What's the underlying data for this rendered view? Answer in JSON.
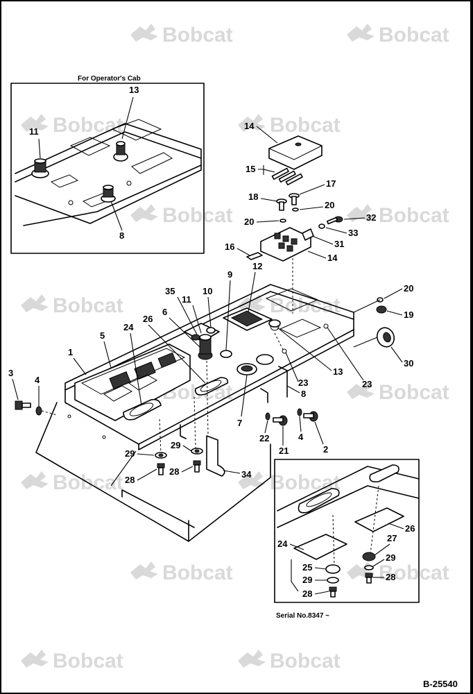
{
  "watermark": {
    "text": "Bobcat",
    "logo_icon": "bobcat-logo-icon",
    "color": "#d9d9d9"
  },
  "inset_top": {
    "caption": "For Operator's Cab",
    "callouts": [
      "13",
      "11",
      "8"
    ]
  },
  "inset_bottom": {
    "caption": "Serial No.8347 ~",
    "callouts": [
      "26",
      "24",
      "27",
      "25",
      "29",
      "28",
      "29",
      "28"
    ]
  },
  "main_callouts": [
    "14",
    "15",
    "17",
    "18",
    "20",
    "32",
    "20",
    "33",
    "16",
    "31",
    "14",
    "9",
    "12",
    "20",
    "35",
    "11",
    "10",
    "19",
    "6",
    "24",
    "26",
    "5",
    "1",
    "13",
    "30",
    "23",
    "23",
    "3",
    "4",
    "8",
    "7",
    "22",
    "4",
    "2",
    "21",
    "29",
    "29",
    "28",
    "28",
    "34"
  ],
  "document_id": "B-25540"
}
